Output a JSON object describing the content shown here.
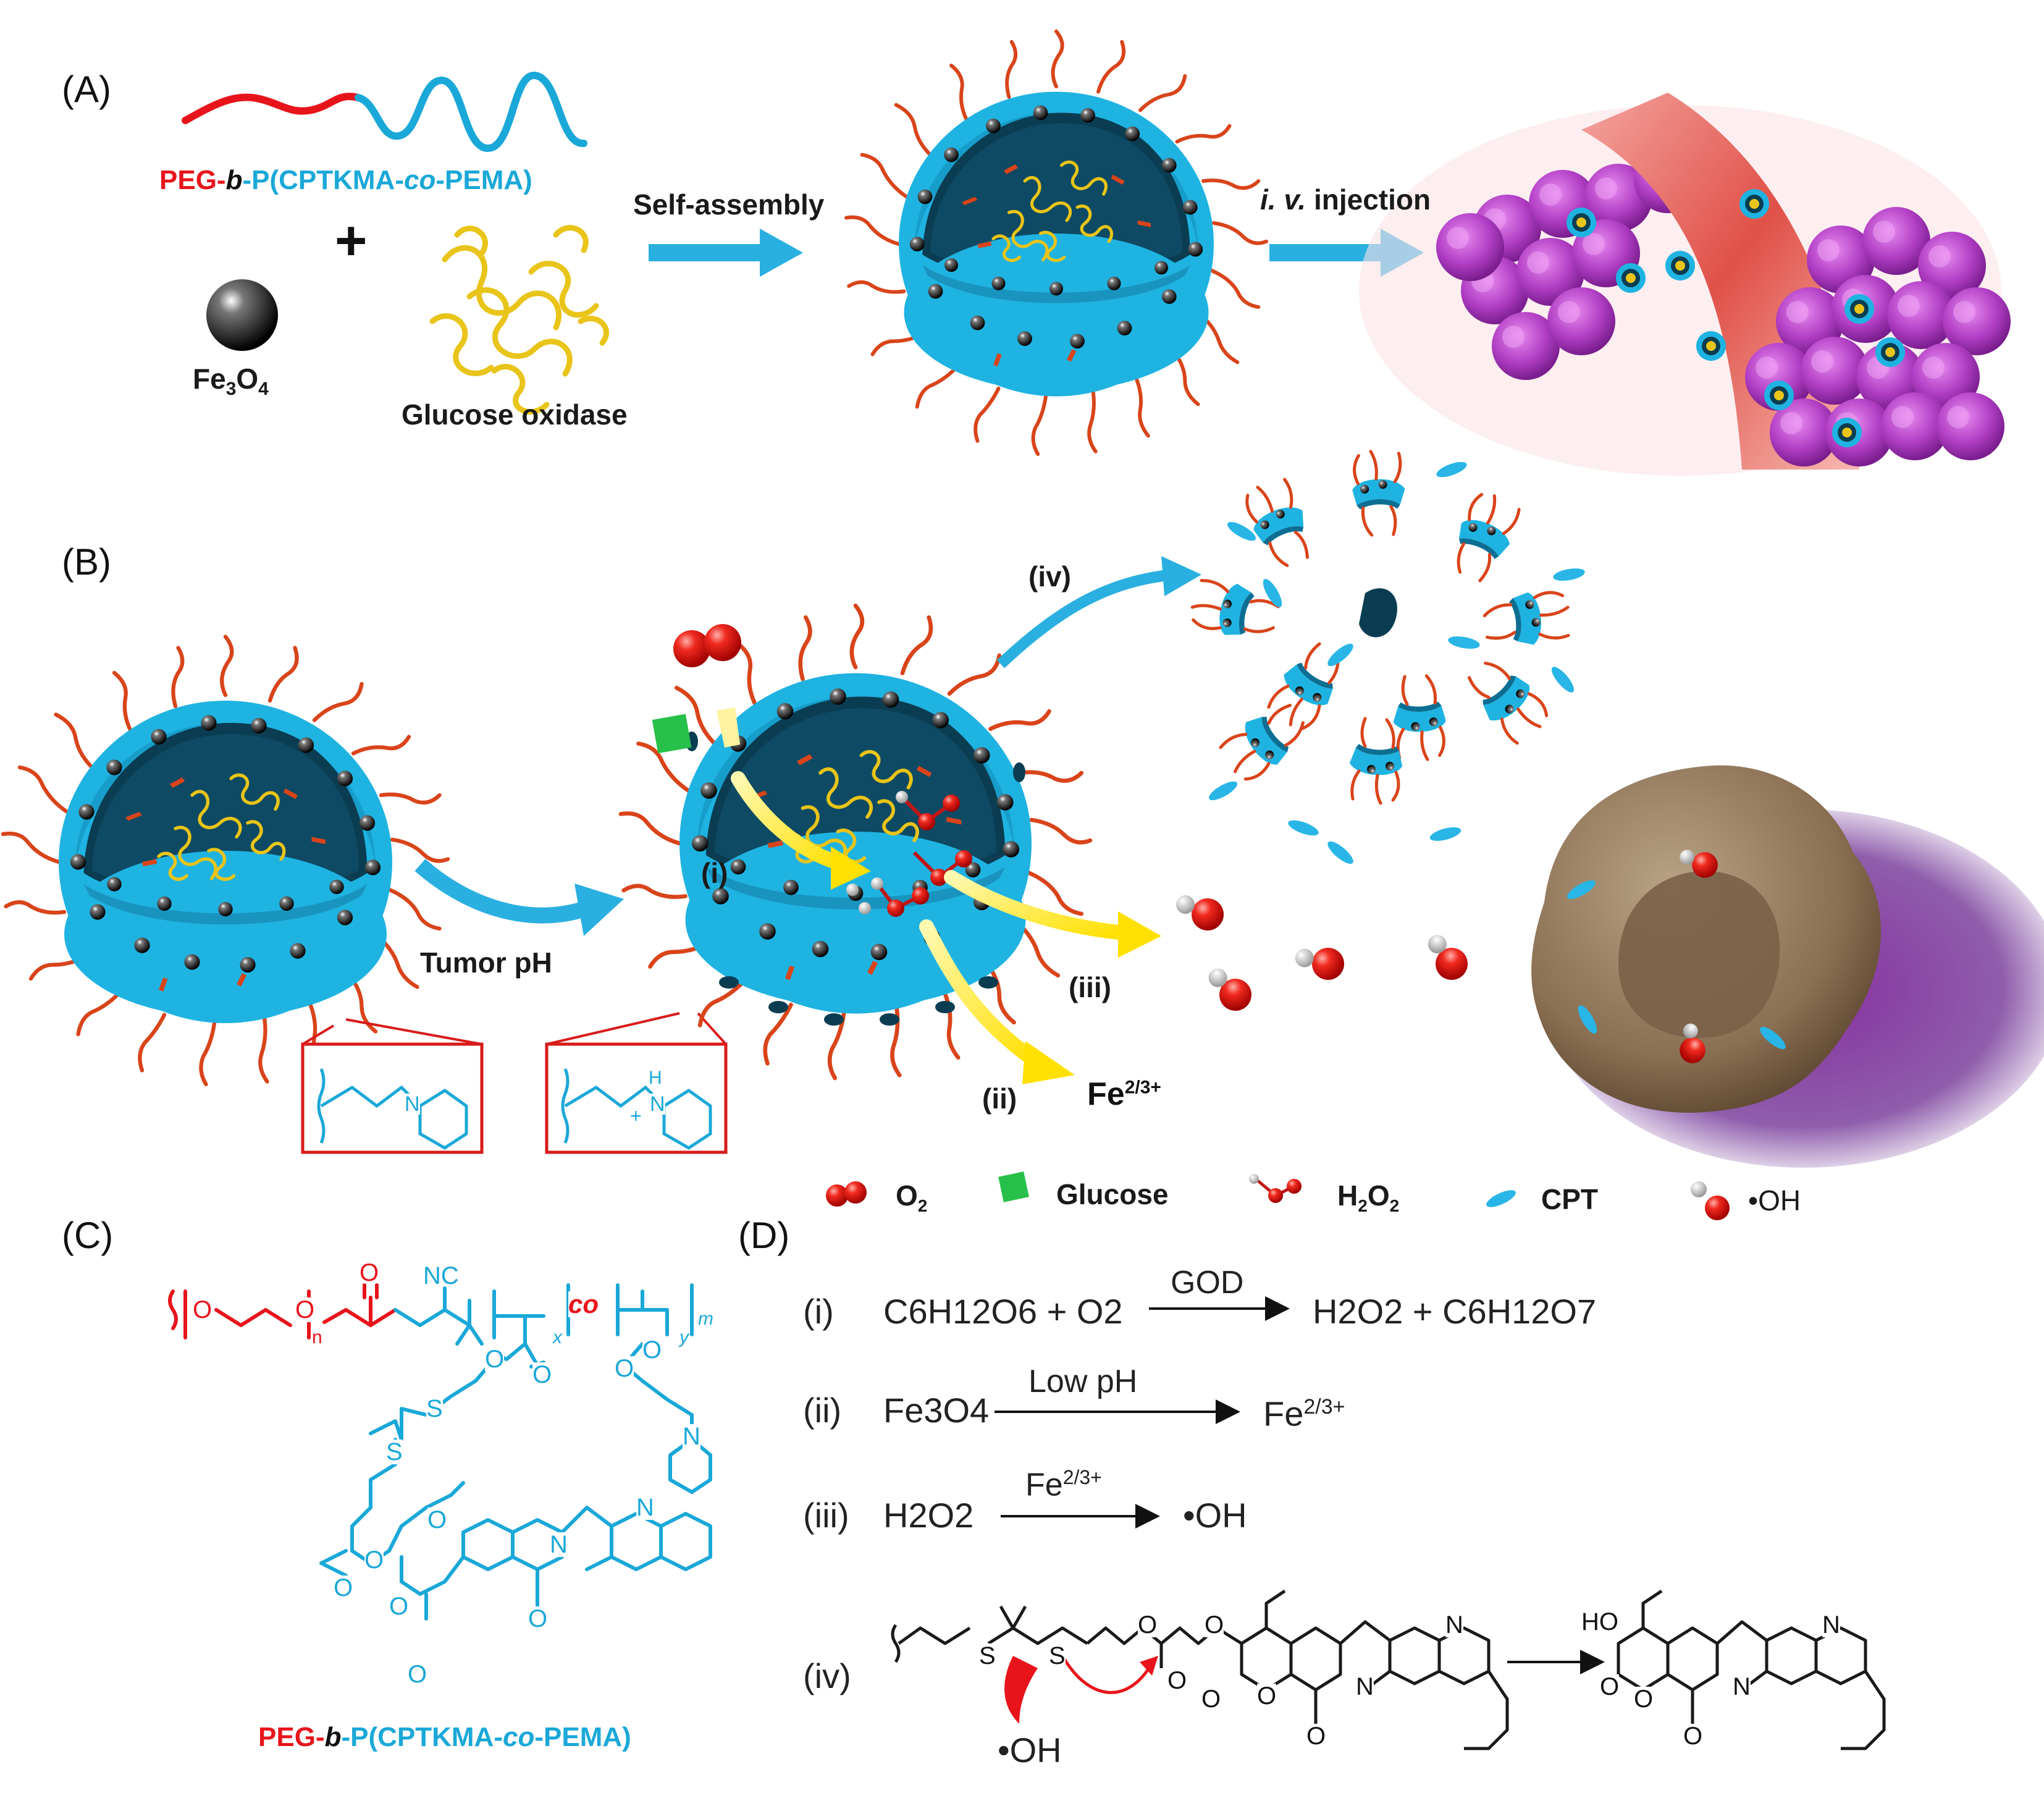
{
  "panels": {
    "a": "(A)",
    "b": "(B)",
    "c": "(C)",
    "d": "(D)"
  },
  "panel_a": {
    "polymer": {
      "red": "PEG-",
      "b": "b",
      "dash": "-",
      "cyan1": "P(CPTKMA-",
      "co": "co",
      "cyan2": "-PEMA)"
    },
    "plus": "+",
    "fe3o4": {
      "fe": "Fe",
      "s1": "3",
      "o": "O",
      "s2": "4"
    },
    "god": "Glucose oxidase",
    "self_assembly": "Self-assembly",
    "iv_injection": {
      "i": "i.",
      "v": "v.",
      "rest": "injection"
    }
  },
  "panel_b": {
    "tumor_ph": "Tumor pH",
    "steps": {
      "i": "(i)",
      "ii": "(ii)",
      "iii": "(iii)",
      "iv": "(iv)"
    },
    "fe_ion": {
      "base": "Fe",
      "sup": "2/3+"
    },
    "struct1": {
      "n": "N"
    },
    "struct2": {
      "h": "H",
      "n": "N",
      "plus": "+"
    }
  },
  "legend": {
    "o2": {
      "base": "O",
      "sub": "2"
    },
    "glucose": "Glucose",
    "h2o2": {
      "h": "H",
      "s1": "2",
      "o": "O",
      "s2": "2"
    },
    "cpt": "CPT",
    "oh": "•OH"
  },
  "panel_c": {
    "atoms": {
      "o": "O",
      "nc": "NC",
      "s": "S",
      "n": "N"
    },
    "subs": {
      "n": "n",
      "x": "x",
      "y": "y",
      "m": "m"
    },
    "co": "co",
    "caption": {
      "red": "PEG-",
      "b": "b",
      "dash": "-",
      "cyan1": "P(CPTKMA-",
      "co": "co",
      "cyan2": "-PEMA)"
    }
  },
  "panel_d": {
    "eq1": {
      "label": "(i)",
      "left": "C6H12O6 + O2",
      "cat": "GOD",
      "right": "H2O2 + C6H12O7"
    },
    "eq2": {
      "label": "(ii)",
      "left": "Fe3O4",
      "cat": "Low pH",
      "right_base": "Fe",
      "right_sup": "2/3+"
    },
    "eq3": {
      "label": "(iii)",
      "left": "H2O2",
      "cat_base": "Fe",
      "cat_sup": "2/3+",
      "right": "•OH"
    },
    "eq4": {
      "label": "(iv)",
      "oh": "•OH",
      "ho": "HO",
      "atoms": {
        "s": "S",
        "o": "O",
        "n": "N"
      }
    }
  },
  "colors": {
    "peg_red": "#e8141b",
    "polymer_cyan": "#1aa8d8",
    "micelle_blue": "#22b5e3",
    "arrow_blue": "#2ab0e0",
    "god_yellow": "#e9c419",
    "tumor_purple": "#b03cc0",
    "cell_brown": "#8c7355",
    "glucose_green": "#27c04a",
    "o2_red": "#e11d1d"
  }
}
